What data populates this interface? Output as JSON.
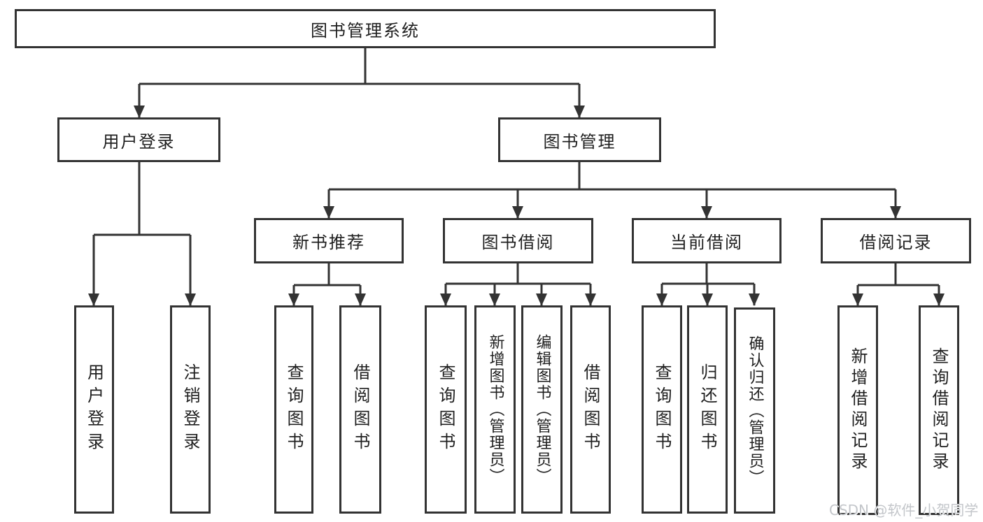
{
  "tree": {
    "root": "图书管理系统",
    "children": [
      {
        "label": "用户登录",
        "children": [
          "用户登录",
          "注销登录"
        ]
      },
      {
        "label": "图书管理",
        "children": [
          {
            "label": "新书推荐",
            "children": [
              "查询图书",
              "借阅图书"
            ]
          },
          {
            "label": "图书借阅",
            "children": [
              "查询图书",
              "新增图书（管理员）",
              "编辑图书（管理员）",
              "借阅图书"
            ]
          },
          {
            "label": "当前借阅",
            "children": [
              "查询图书",
              "归还图书",
              "确认归还（管理员）"
            ]
          },
          {
            "label": "借阅记录",
            "children": [
              "新增借阅记录",
              "查询借阅记录"
            ]
          }
        ]
      }
    ]
  },
  "watermark": {
    "text": "CSDN @软件_小贺同学"
  },
  "colors": {
    "line": "#333333",
    "box_border": "#333333",
    "box_background": "#ffffff",
    "text": "#1f1f1f",
    "watermark": "#c3c6ca"
  }
}
